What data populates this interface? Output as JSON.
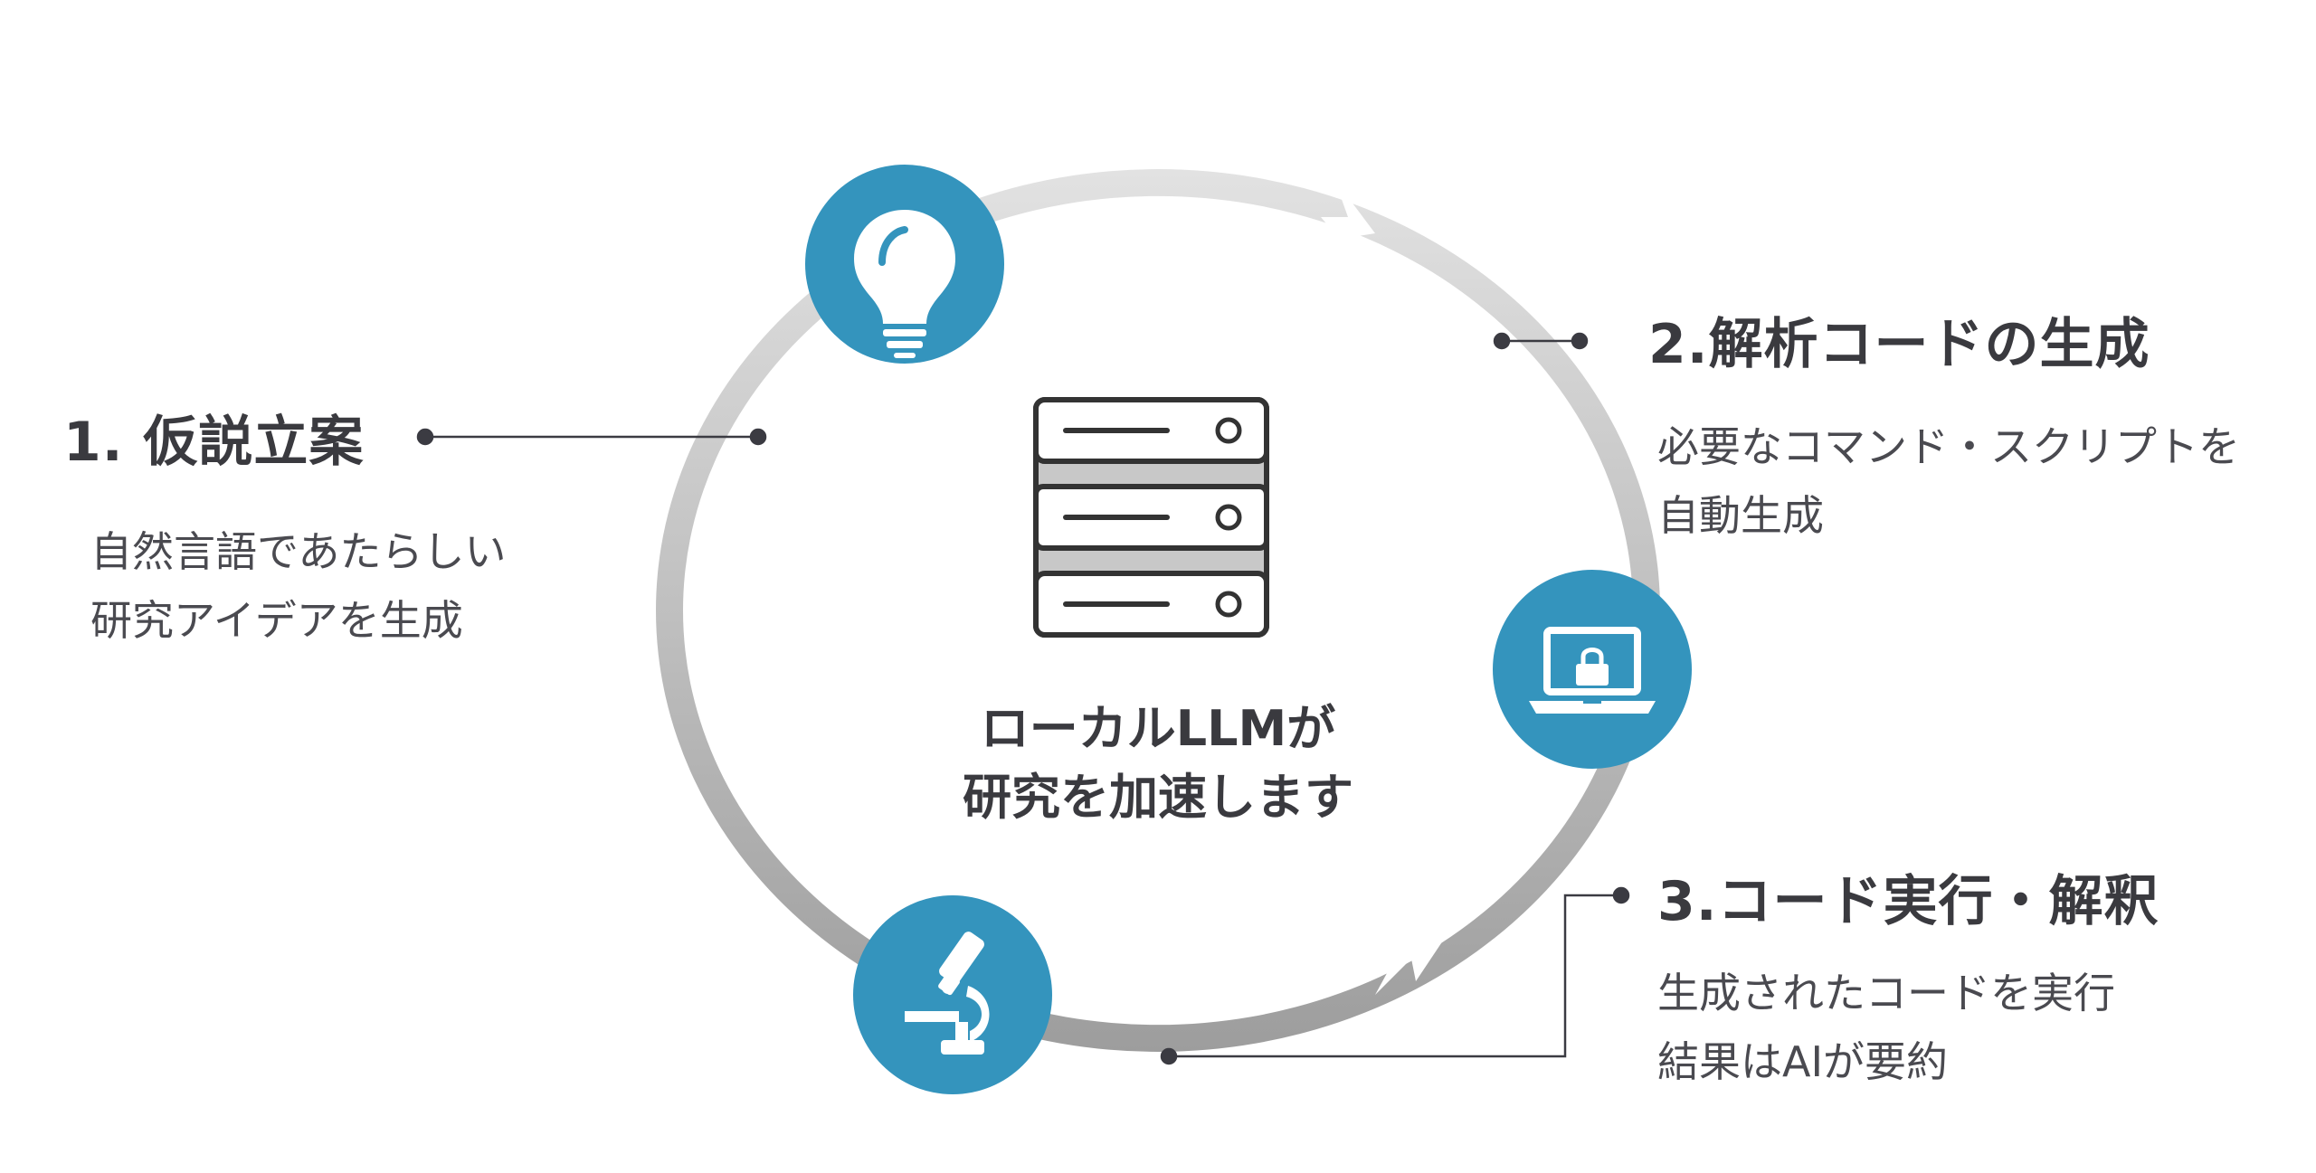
{
  "center": {
    "icon": "server-icon",
    "line1": "ローカルLLMが",
    "line2": "研究を加速します"
  },
  "steps": [
    {
      "title": "1. 仮説立案",
      "desc_line1": "自然言語であたらしい",
      "desc_line2": "研究アイデアを生成",
      "icon": "lightbulb-icon"
    },
    {
      "title": "2.解析コードの生成",
      "desc_line1": "必要なコマンド・スクリプトを",
      "desc_line2": "自動生成",
      "icon": "laptop-lock-icon"
    },
    {
      "title": "3.コード実行・解釈",
      "desc_line1": "生成されたコードを実行",
      "desc_line2": "結果はAIが要約",
      "icon": "microscope-icon"
    }
  ],
  "colors": {
    "accent": "#3494bd",
    "ring_light": "#d9d9d9",
    "ring_dark": "#a2a2a2",
    "text": "#3a3a3f",
    "connector": "#3b3b42"
  }
}
